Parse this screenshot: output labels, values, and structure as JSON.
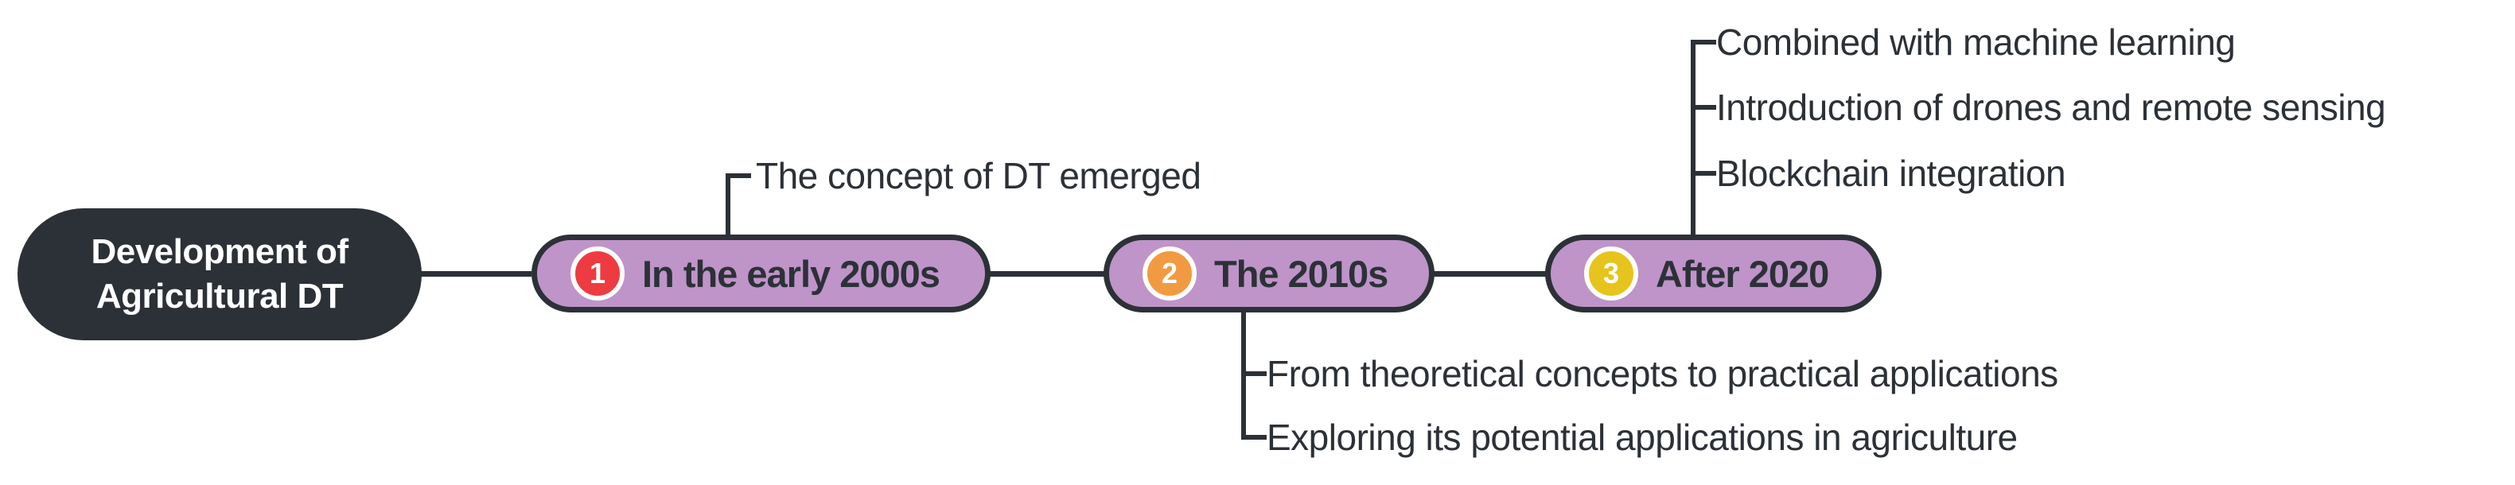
{
  "figure": {
    "title": "Development of Agricultural DT timeline",
    "root": {
      "label": "Development of Agricultural DT"
    },
    "nodes": [
      {
        "badge": "1",
        "label": "In the early 2000s",
        "branches": [
          {
            "label": "The concept of DT emerged"
          }
        ]
      },
      {
        "badge": "2",
        "label": "The 2010s",
        "branches": [
          {
            "label": "From theoretical concepts to practical applications"
          },
          {
            "label": "Exploring its potential applications in agriculture"
          }
        ]
      },
      {
        "badge": "3",
        "label": "After 2020",
        "branches": [
          {
            "label": "Combined with machine learning"
          },
          {
            "label": "Introduction of drones and remote sensing"
          },
          {
            "label": "Blockchain integration"
          }
        ]
      }
    ],
    "colors": {
      "ink": "#2c3137",
      "node_fill": "#bf94c9",
      "badge_1": "#ee3b42",
      "badge_2": "#f29a41",
      "badge_3": "#e7c41d",
      "root_fill": "#2c3137",
      "root_text": "#ffffff",
      "background": "#ffffff"
    }
  }
}
